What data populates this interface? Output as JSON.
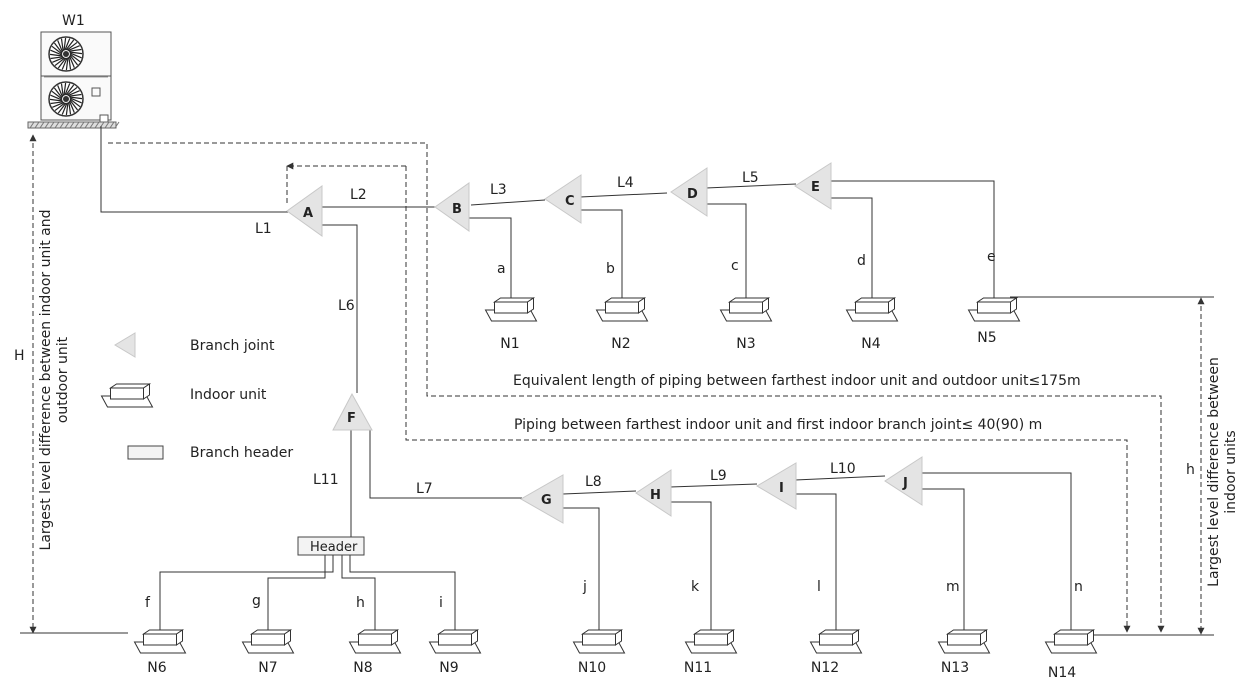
{
  "outdoor": {
    "label": "W1"
  },
  "joints": [
    "A",
    "B",
    "C",
    "D",
    "E",
    "F",
    "G",
    "H",
    "I",
    "J"
  ],
  "main_pipes": [
    "L1",
    "L2",
    "L3",
    "L4",
    "L5",
    "L6",
    "L7",
    "L8",
    "L9",
    "L10",
    "L11"
  ],
  "branch_pipes": [
    "a",
    "b",
    "c",
    "d",
    "e",
    "f",
    "g",
    "h",
    "i",
    "j",
    "k",
    "l",
    "m",
    "n"
  ],
  "indoor_units": [
    "N1",
    "N2",
    "N3",
    "N4",
    "N5",
    "N6",
    "N7",
    "N8",
    "N9",
    "N10",
    "N11",
    "N12",
    "N13",
    "N14"
  ],
  "header_label": "Header",
  "legend": {
    "branch_joint": "Branch joint",
    "indoor_unit": "Indoor unit",
    "branch_header": "Branch header"
  },
  "dimensions": {
    "H": "H",
    "H_desc": "Largest level difference between indoor unit and outdoor unit",
    "h": "h",
    "h_desc": "Largest level difference between indoor units",
    "equivalent_length": "Equivalent length of piping between farthest indoor unit and outdoor unit≤175m",
    "first_branch": "Piping between  farthest indoor unit and first indoor branch joint≤ 40(90) m"
  }
}
